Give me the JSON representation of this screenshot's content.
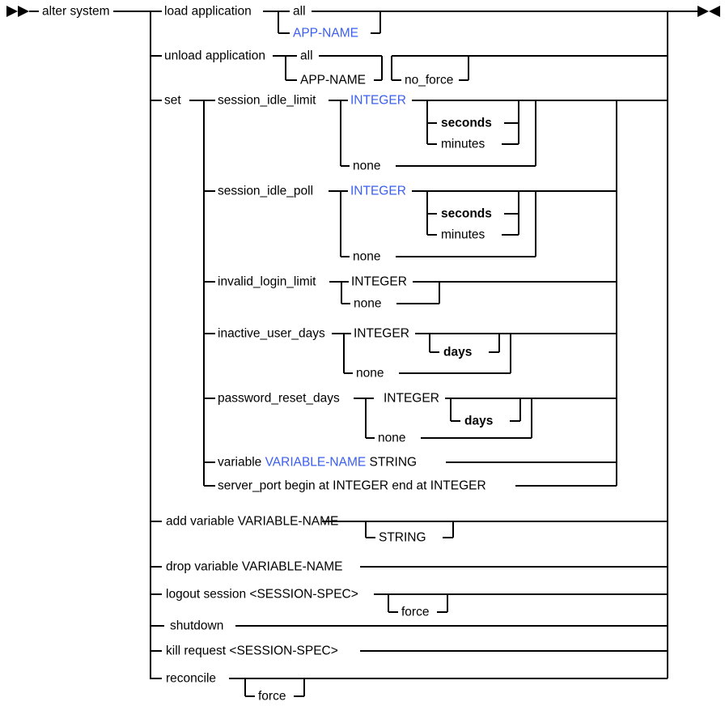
{
  "diagram": {
    "type": "railroad-syntax-diagram",
    "title": "ALTER SYSTEM",
    "colors": {
      "line": "#000000",
      "text": "#000000",
      "variable_text": "#3B5EF0",
      "background": "#ffffff"
    },
    "start_marker": "▶▶",
    "end_marker": "▶◀",
    "root_keyword": "alter system",
    "branches": [
      {
        "id": "load-application",
        "label": "load application",
        "options": [
          {
            "label": "all",
            "kind": "keyword"
          },
          {
            "label": "APP-NAME",
            "kind": "variable"
          }
        ]
      },
      {
        "id": "unload-application",
        "label": "unload application",
        "options": [
          {
            "label": "all",
            "kind": "keyword"
          },
          {
            "label": "APP-NAME",
            "kind": "keyword"
          }
        ],
        "optional": [
          {
            "label": "no_force",
            "kind": "keyword"
          }
        ]
      },
      {
        "id": "set",
        "label": "set",
        "subbranches": [
          {
            "id": "session_idle_limit",
            "label": "session_idle_limit",
            "options": [
              {
                "label": "INTEGER",
                "kind": "variable"
              },
              {
                "label": "none",
                "kind": "keyword"
              }
            ],
            "units": [
              {
                "label": "seconds",
                "kind": "keyword-bold"
              },
              {
                "label": "minutes",
                "kind": "keyword"
              }
            ]
          },
          {
            "id": "session_idle_poll",
            "label": "session_idle_poll",
            "options": [
              {
                "label": "INTEGER",
                "kind": "variable"
              },
              {
                "label": "none",
                "kind": "keyword"
              }
            ],
            "units": [
              {
                "label": "seconds",
                "kind": "keyword-bold"
              },
              {
                "label": "minutes",
                "kind": "keyword"
              }
            ]
          },
          {
            "id": "invalid_login_limit",
            "label": "invalid_login_limit",
            "options": [
              {
                "label": "INTEGER",
                "kind": "keyword"
              },
              {
                "label": "none",
                "kind": "keyword"
              }
            ],
            "units": []
          },
          {
            "id": "inactive_user_days",
            "label": "inactive_user_days",
            "options": [
              {
                "label": "INTEGER",
                "kind": "keyword"
              },
              {
                "label": "none",
                "kind": "keyword"
              }
            ],
            "units": [
              {
                "label": "days",
                "kind": "keyword-bold"
              }
            ]
          },
          {
            "id": "password_reset_days",
            "label": "password_reset_days",
            "options": [
              {
                "label": "INTEGER",
                "kind": "keyword"
              },
              {
                "label": "none",
                "kind": "keyword"
              }
            ],
            "units": [
              {
                "label": "days",
                "kind": "keyword-bold"
              }
            ]
          },
          {
            "id": "set-variable",
            "label_pre": "variable ",
            "label_var": "VARIABLE-NAME",
            "label_post": " STRING"
          },
          {
            "id": "server_port",
            "label": "server_port begin at INTEGER end at INTEGER"
          }
        ]
      },
      {
        "id": "add-variable",
        "label": "add variable VARIABLE-NAME",
        "optional": [
          {
            "label": "STRING",
            "kind": "keyword"
          }
        ]
      },
      {
        "id": "drop-variable",
        "label": "drop variable VARIABLE-NAME"
      },
      {
        "id": "logout-session",
        "label": "logout session <SESSION-SPEC>",
        "optional": [
          {
            "label": "force",
            "kind": "keyword"
          }
        ]
      },
      {
        "id": "shutdown",
        "label": "shutdown"
      },
      {
        "id": "kill-request",
        "label": "kill request  <SESSION-SPEC>"
      },
      {
        "id": "reconcile",
        "label": "reconcile",
        "optional": [
          {
            "label": "force",
            "kind": "keyword"
          }
        ]
      }
    ]
  },
  "labels": {
    "alter_system": "alter system",
    "load_application": "load application",
    "load_all": "all",
    "load_appname": "APP-NAME",
    "unload_application": "unload application",
    "unload_all": "all",
    "unload_appname": "APP-NAME",
    "no_force": "no_force",
    "set": "set",
    "session_idle_limit": "session_idle_limit",
    "sil_integer": "INTEGER",
    "sil_none": "none",
    "sil_seconds": "seconds",
    "sil_minutes": "minutes",
    "session_idle_poll": "session_idle_poll",
    "sip_integer": "INTEGER",
    "sip_none": "none",
    "sip_seconds": "seconds",
    "sip_minutes": "minutes",
    "invalid_login_limit": "invalid_login_limit",
    "ill_integer": "INTEGER",
    "ill_none": "none",
    "inactive_user_days": "inactive_user_days",
    "iud_integer": "INTEGER",
    "iud_none": "none",
    "iud_days": "days",
    "password_reset_days": "password_reset_days",
    "prd_integer": "INTEGER",
    "prd_none": "none",
    "prd_days": "days",
    "variable_pre": "variable ",
    "variable_name": "VARIABLE-NAME",
    "variable_post": " STRING",
    "server_port": "server_port begin at INTEGER end at INTEGER",
    "add_variable": "add variable VARIABLE-NAME",
    "add_string": "STRING",
    "drop_variable": "drop variable VARIABLE-NAME",
    "logout_session": "logout session <SESSION-SPEC>",
    "logout_force": "force",
    "shutdown": "shutdown",
    "kill_request": "kill request  <SESSION-SPEC>",
    "reconcile": "reconcile",
    "reconcile_force": "force"
  }
}
